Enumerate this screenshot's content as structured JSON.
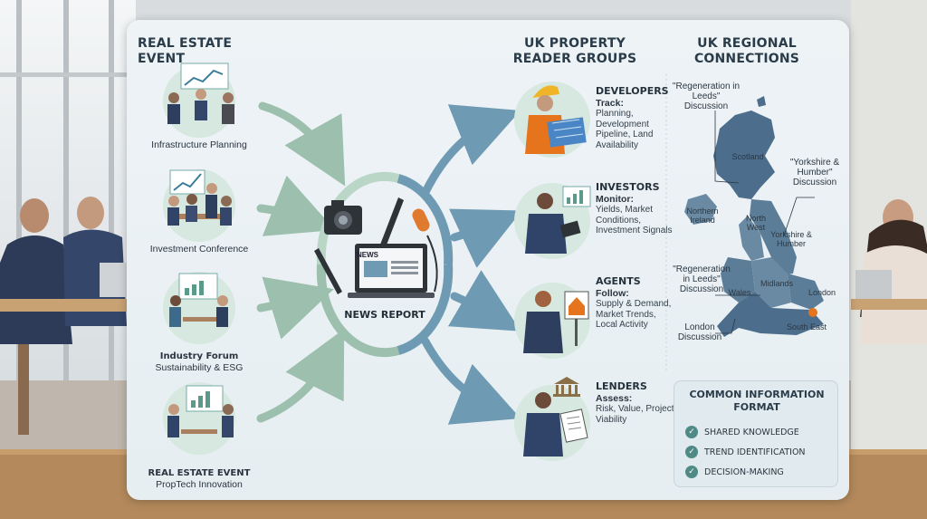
{
  "event_column": {
    "heading": "REAL ESTATE EVENT",
    "events": [
      {
        "title": "",
        "subtitle": "Infrastructure Planning"
      },
      {
        "title": "",
        "subtitle": "Investment Conference"
      },
      {
        "title": "Industry Forum",
        "subtitle": "Sustainability & ESG"
      },
      {
        "title": "REAL ESTATE EVENT",
        "subtitle": "PropTech Innovation"
      }
    ]
  },
  "news_hub": {
    "label": "NEWS REPORT",
    "paper_tag": "NEWS"
  },
  "reader_groups": {
    "heading": "UK PROPERTY READER GROUPS",
    "groups": [
      {
        "name": "DEVELOPERS",
        "verb": "Track:",
        "detail": "Planning, Development Pipeline, Land Availability"
      },
      {
        "name": "INVESTORS",
        "verb": "Monitor:",
        "detail": "Yields, Market Conditions, Investment Signals"
      },
      {
        "name": "AGENTS",
        "verb": "Follow:",
        "detail": "Supply & Demand, Market Trends, Local Activity"
      },
      {
        "name": "LENDERS",
        "verb": "Assess:",
        "detail": "Risk, Value, Project Viability"
      }
    ]
  },
  "regional": {
    "heading": "UK REGIONAL CONNECTIONS",
    "regions": {
      "scotland": "Scotland",
      "northern_ireland": "Northern Ireland",
      "north_west": "North West",
      "yorkshire": "Yorkshire & Humber",
      "wales": "Wales",
      "midlands": "Midlands",
      "london": "London",
      "south_east": "South East"
    },
    "callouts": {
      "leeds_top": "\"Regeneration in Leeds\" Discussion",
      "yorkshire": "\"Yorkshire & Humber\" Discussion",
      "leeds_mid": "\"Regeneration in Leeds\" Discussion",
      "london": "London Discussion"
    }
  },
  "info_box": {
    "title": "COMMON INFORMATION FORMAT",
    "items": [
      "SHARED KNOWLEDGE",
      "TREND IDENTIFICATION",
      "DECISION-MAKING"
    ]
  },
  "colors": {
    "arrow": "#6e9bb3",
    "arrow_green": "#9cc0ad",
    "map_fill": "#4c6e8c",
    "check": "#4f8a86"
  },
  "icons": {
    "hub": [
      "camera-icon",
      "pen-icon",
      "microphone-icon",
      "laptop-news-icon"
    ],
    "lenders": "bank-icon",
    "info": "check-icon"
  }
}
